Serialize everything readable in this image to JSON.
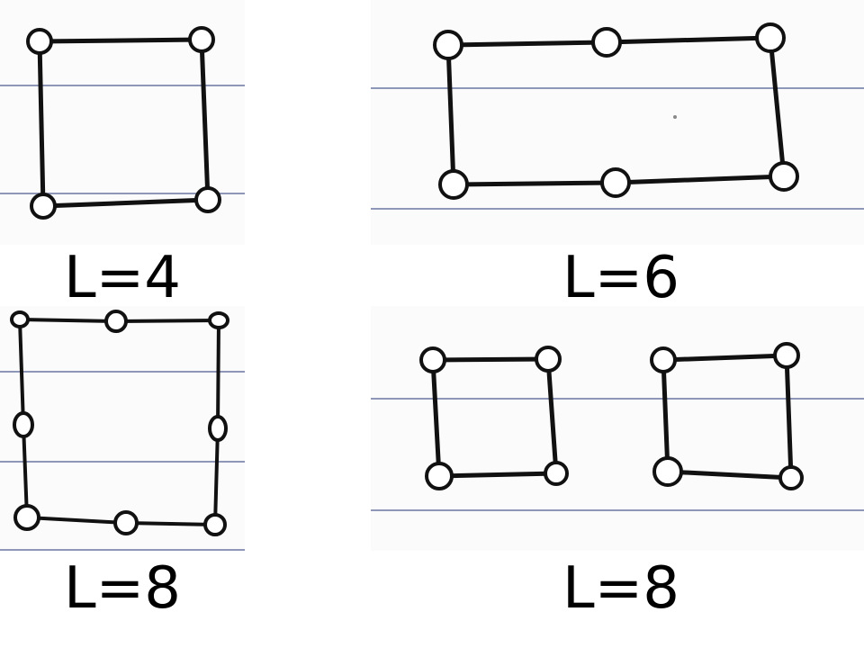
{
  "panels": [
    {
      "id": "L4",
      "label": "L=4"
    },
    {
      "id": "L6",
      "label": "L=6"
    },
    {
      "id": "L8a",
      "label": "L=8"
    },
    {
      "id": "L8b",
      "label": "L=8"
    }
  ],
  "colors": {
    "ink": "#111111",
    "ruled_line": "#8f97b8",
    "paper": "#fbfbfb"
  }
}
